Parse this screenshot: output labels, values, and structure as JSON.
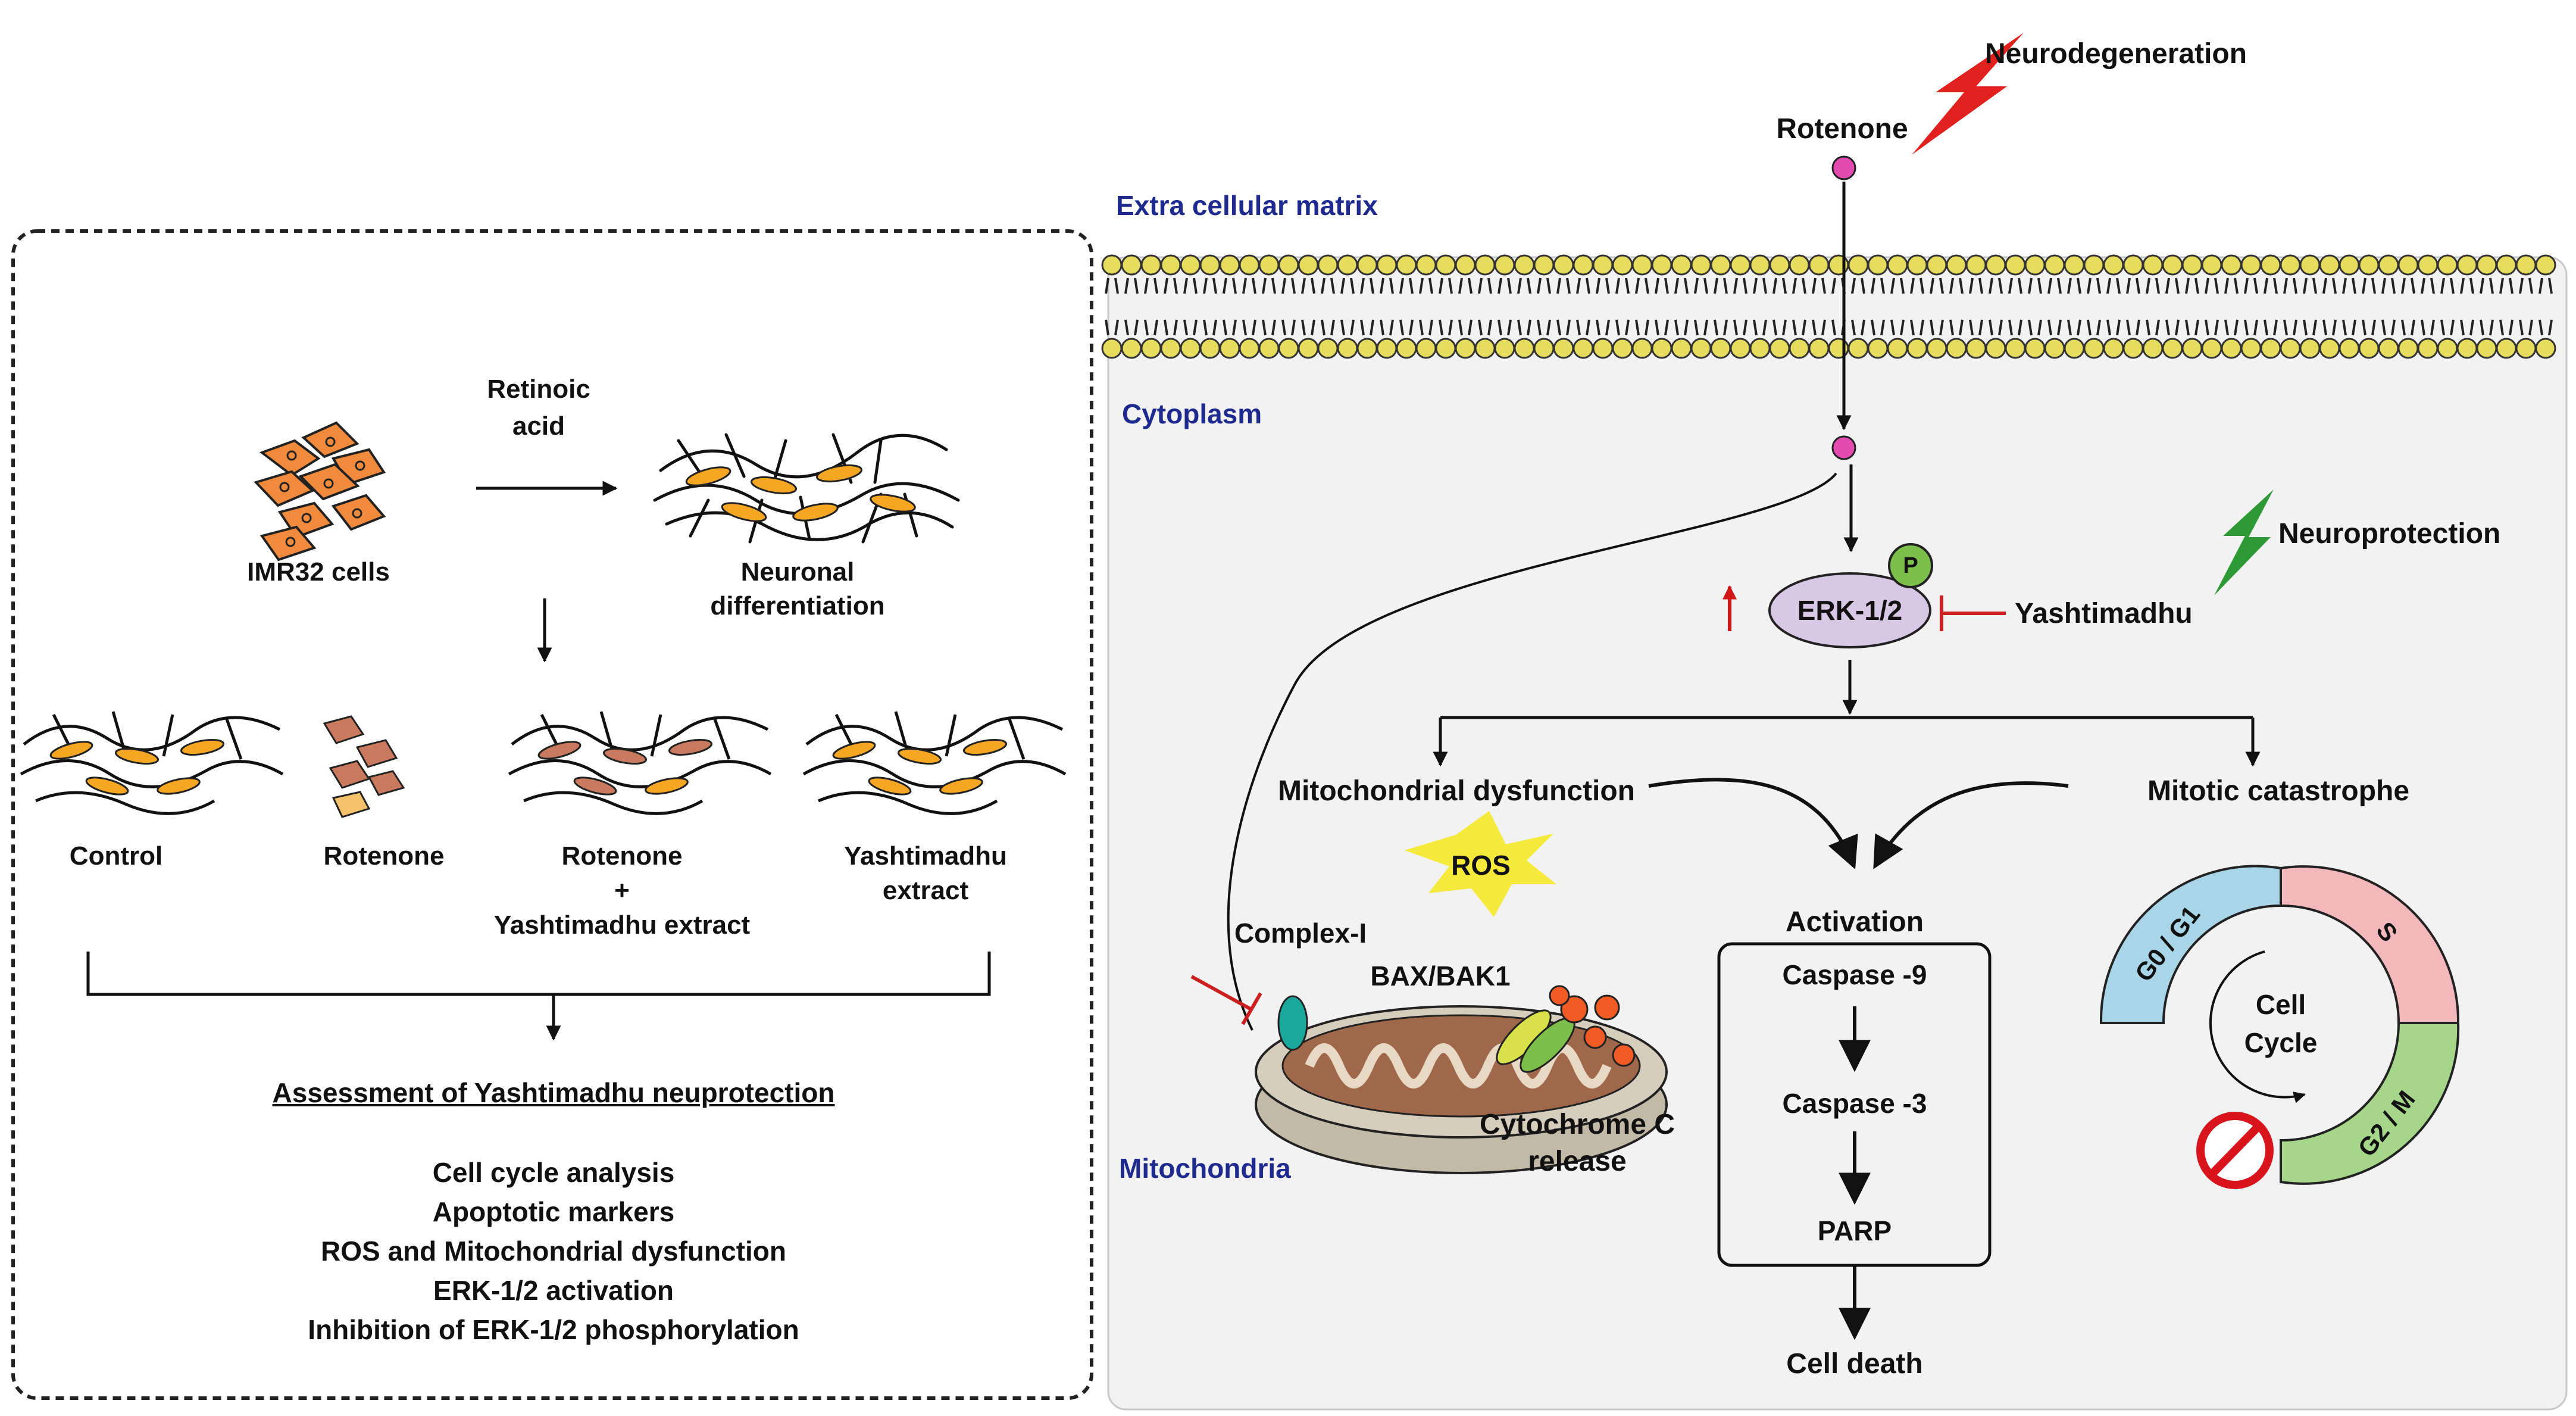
{
  "left_panel": {
    "imr32_label": "IMR32 cells",
    "retinoic_line1": "Retinoic",
    "retinoic_line2": "acid",
    "neuronal_line1": "Neuronal",
    "neuronal_line2": "differentiation",
    "groups": [
      "Control",
      "Rotenone",
      "Rotenone",
      "+",
      "Yashtimadhu extract",
      "Yashtimadhu",
      "extract"
    ],
    "assessment_title": "Assessment of Yashtimadhu neuprotection",
    "assessments": [
      "Cell cycle analysis",
      "Apoptotic markers",
      "ROS and Mitochondrial dysfunction",
      "ERK-1/2 activation",
      "Inhibition of ERK-1/2 phosphorylation"
    ]
  },
  "right_panel": {
    "neurodegeneration": "Neurodegeneration",
    "rotenone": "Rotenone",
    "extracellular": "Extra cellular matrix",
    "cytoplasm": "Cytoplasm",
    "neuroprotection": "Neuroprotection",
    "erk": "ERK-1/2",
    "p_badge": "P",
    "yashtimadhu": "Yashtimadhu",
    "mito_dysfunction": "Mitochondrial dysfunction",
    "mitotic_catastrophe": "Mitotic catastrophe",
    "ros": "ROS",
    "complex1": "Complex-I",
    "baxbak": "BAX/BAK1",
    "cytochrome_line1": "Cytochrome C",
    "cytochrome_line2": "release",
    "mitochondria": "Mitochondria",
    "activation": "Activation",
    "caspase9": "Caspase -9",
    "caspase3": "Caspase -3",
    "parp": "PARP",
    "cell_death": "Cell death",
    "cell_cycle_line1": "Cell",
    "cell_cycle_line2": "Cycle",
    "phase_g0g1": "G0 / G1",
    "phase_s": "S",
    "phase_g2m": "G2 / M"
  },
  "colors": {
    "membrane_head": "#e6dc5e",
    "erk_fill": "#d9c7e6",
    "p_fill": "#7cc04b",
    "ros_star": "#f5ea3c",
    "label_blue": "#1f2a8f",
    "inhibit_red": "#cc1f1f",
    "lightning_red": "#e0211d",
    "lightning_green": "#2e9a35",
    "phase_g0g1": "#a9d5e8",
    "phase_s": "#f2b8bc",
    "phase_g2m": "#a6d68a",
    "cell_orange": "#f08a3c"
  }
}
